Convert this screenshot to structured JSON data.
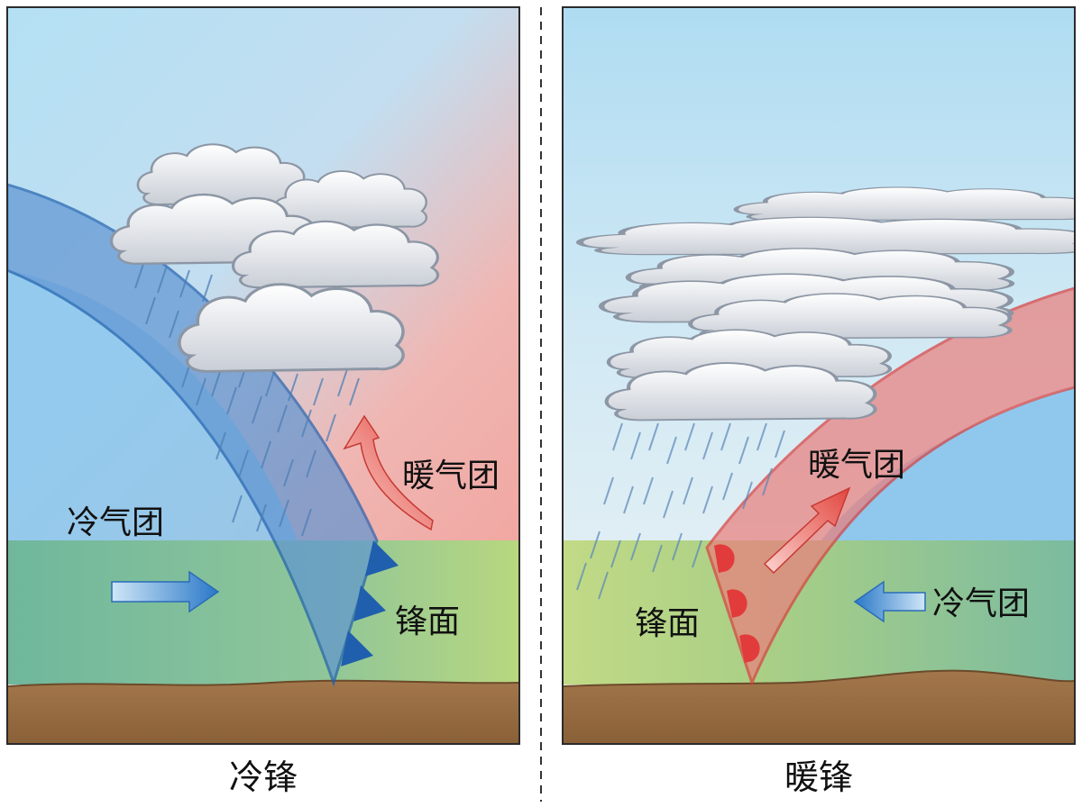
{
  "cold_front": {
    "caption": "冷锋",
    "cold_air_label": "冷气团",
    "warm_air_label": "暖气团",
    "front_label": "锋面"
  },
  "warm_front": {
    "caption": "暖锋",
    "cold_air_label": "冷气团",
    "warm_air_label": "暖气团",
    "front_label": "锋面"
  },
  "colors": {
    "sky_top": "#a9d9f1",
    "warm_air": "#f2a9a3",
    "cold_air": "#8ec5ea",
    "cold_band": "#6b9ed6",
    "warm_band": "#e98f8c",
    "ground_green": "#8cc58f",
    "soil": "#9a6e45",
    "cold_front_line": "#1f5fae",
    "warm_front_line": "#d94040",
    "rain": "#5a86b8"
  }
}
